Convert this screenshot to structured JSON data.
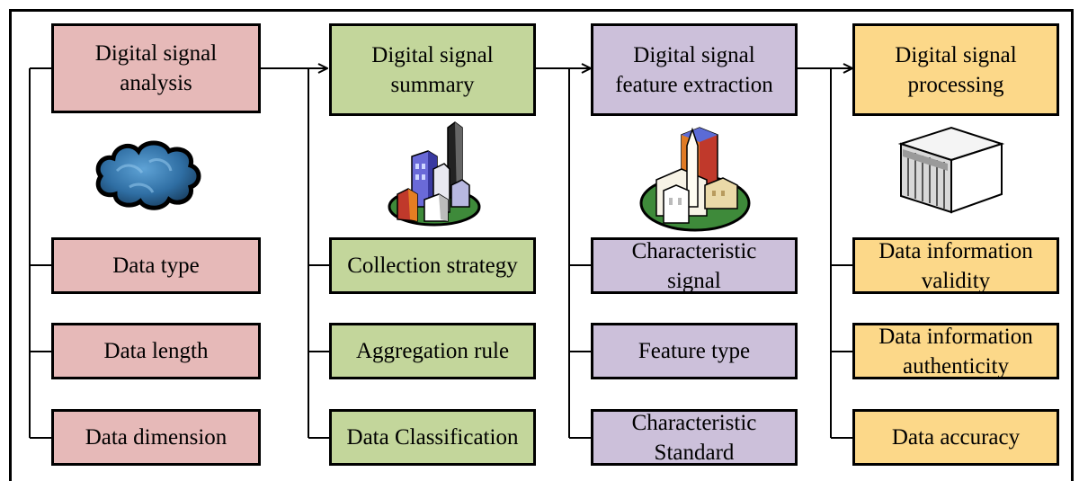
{
  "columns": [
    {
      "title": [
        "Digital signal",
        "analysis"
      ],
      "icon": "cloud-icon",
      "color": "#e6b9b8",
      "items": [
        [
          "Data type"
        ],
        [
          "Data length"
        ],
        [
          "Data dimension"
        ]
      ]
    },
    {
      "title": [
        "Digital signal",
        "summary"
      ],
      "icon": "city-buildings-icon",
      "color": "#c3d69b",
      "items": [
        [
          "Collection strategy"
        ],
        [
          "Aggregation rule"
        ],
        [
          "Data Classification"
        ]
      ]
    },
    {
      "title": [
        "Digital signal",
        "feature extraction"
      ],
      "icon": "campus-buildings-icon",
      "color": "#ccc0da",
      "items": [
        [
          "Characteristic",
          "signal"
        ],
        [
          "Feature type"
        ],
        [
          "Characteristic",
          "Standard"
        ]
      ]
    },
    {
      "title": [
        "Digital signal",
        "processing"
      ],
      "icon": "mainframe-server-icon",
      "color": "#fcd889",
      "items": [
        [
          "Data information",
          "validity"
        ],
        [
          "Data information",
          "authenticity"
        ],
        [
          "Data accuracy"
        ]
      ]
    }
  ]
}
